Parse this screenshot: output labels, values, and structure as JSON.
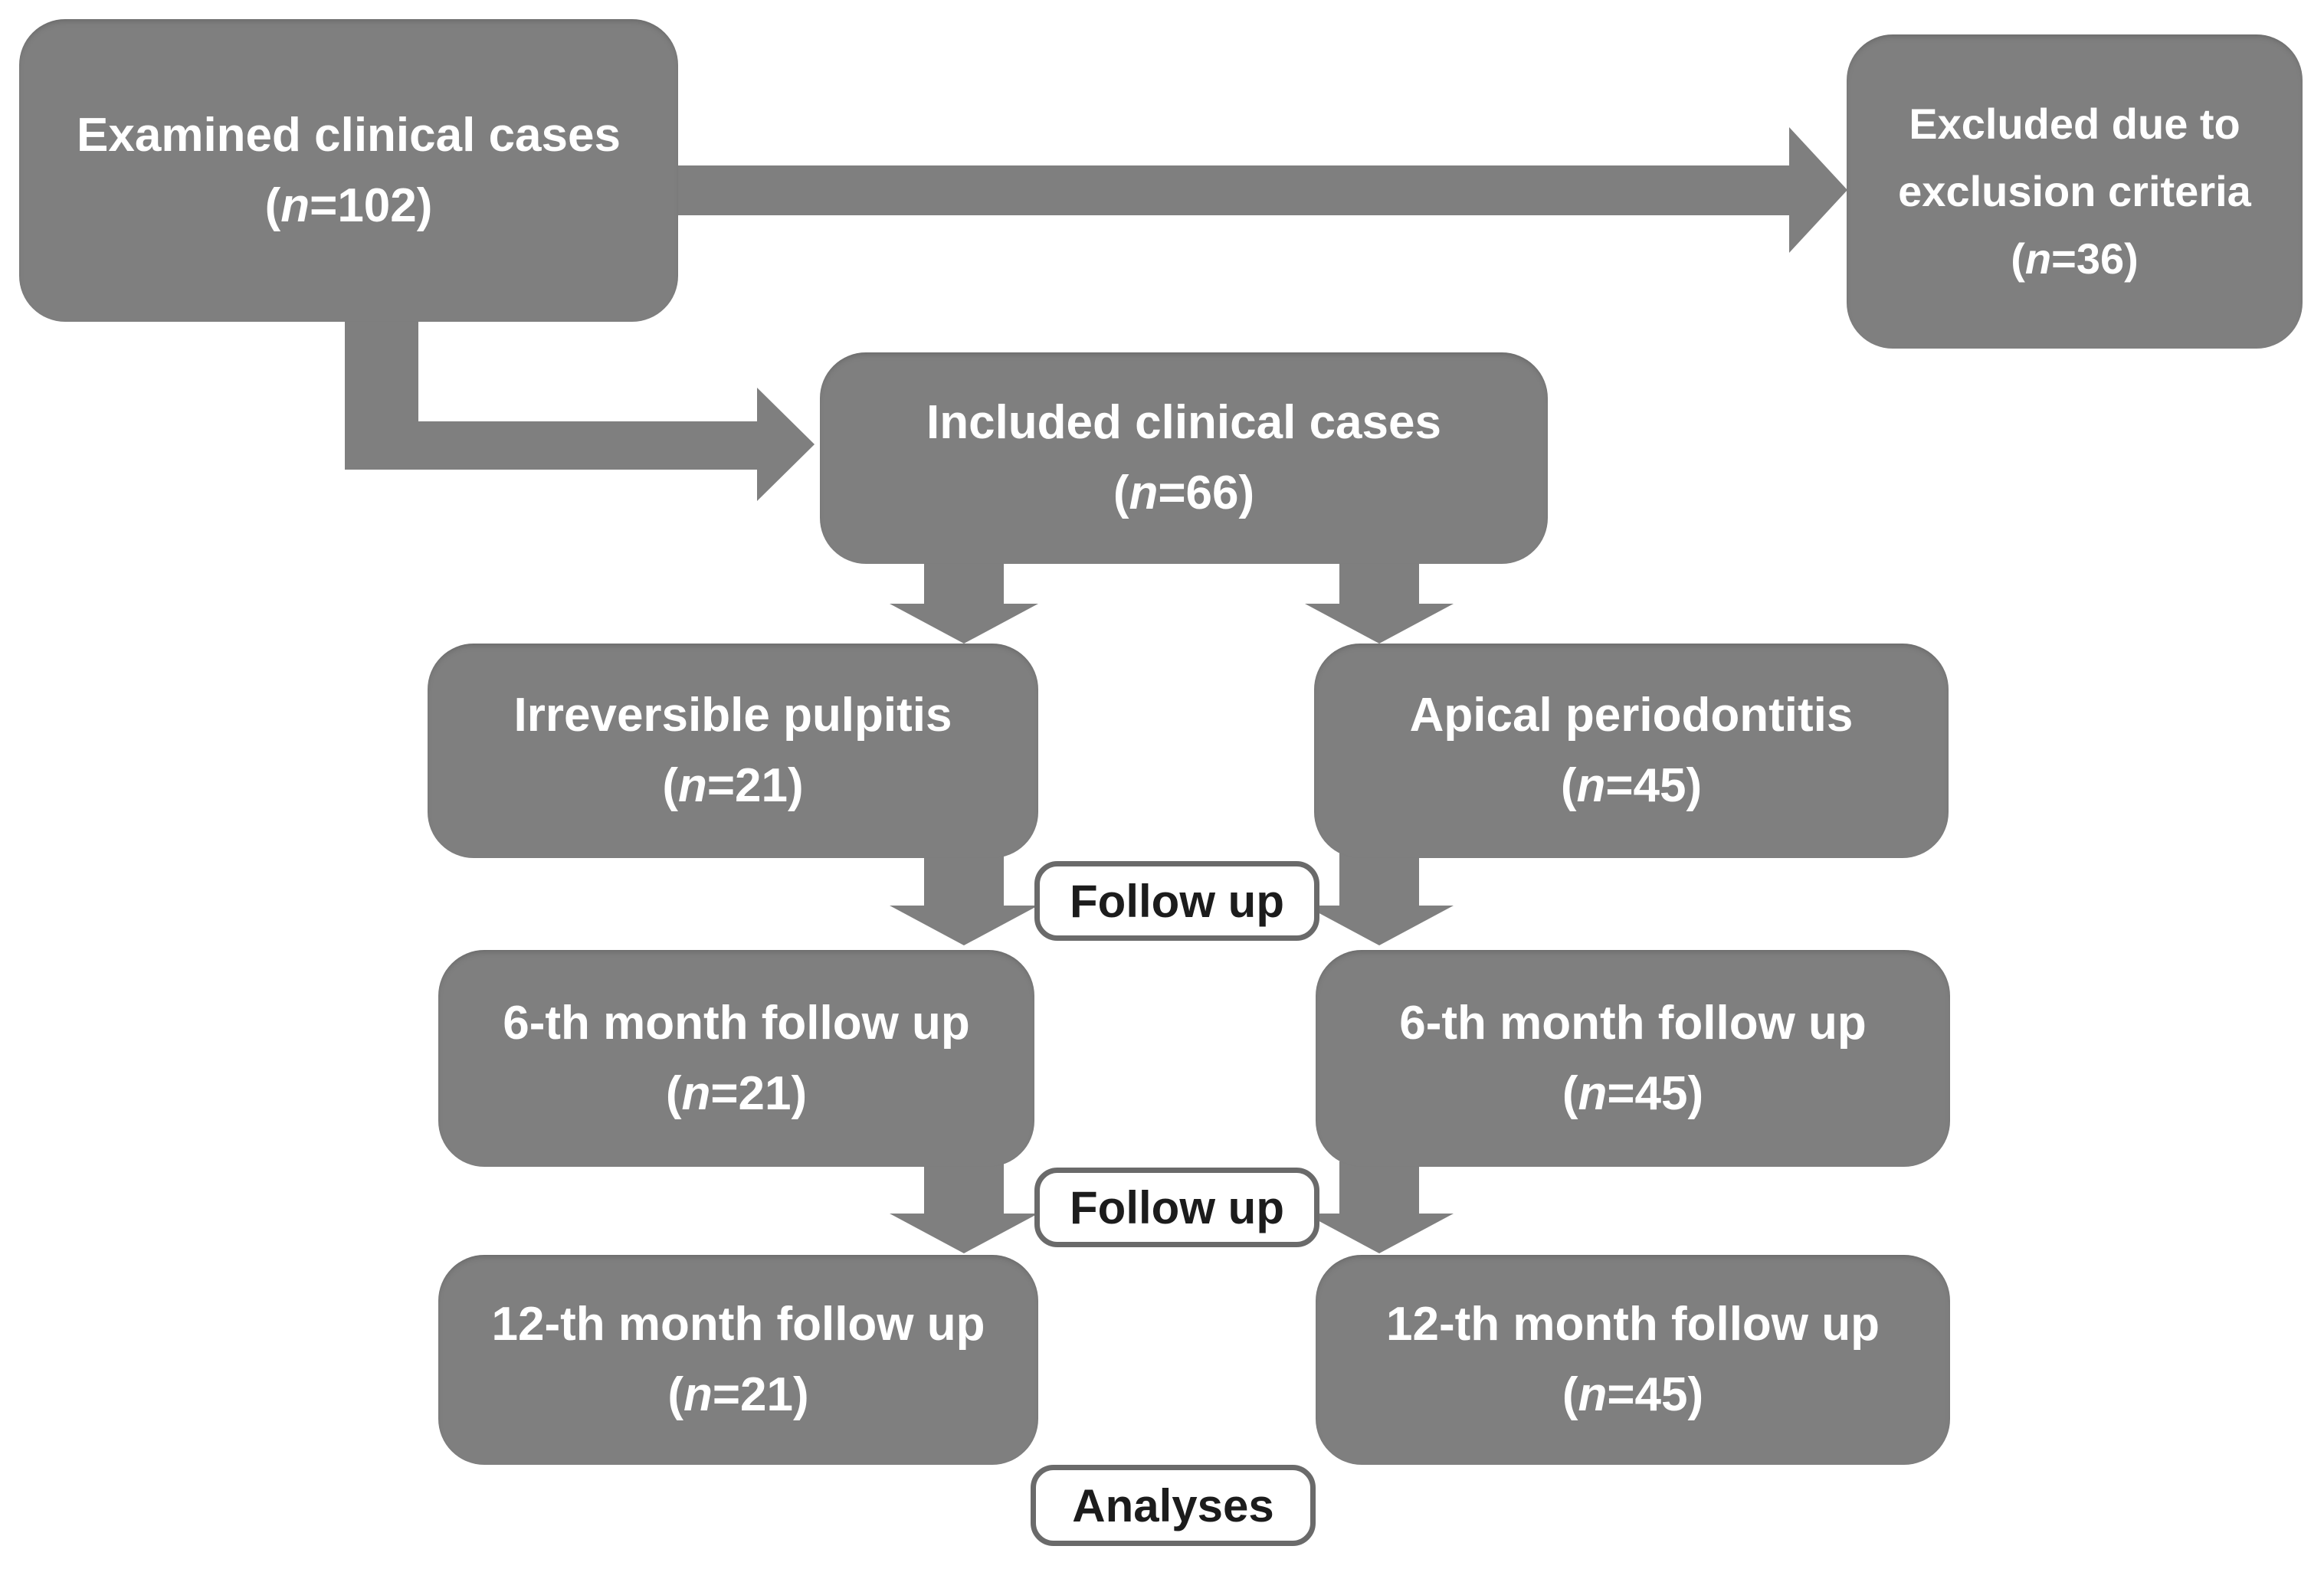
{
  "diagram": {
    "colors": {
      "box_fill": "#7f7f7f",
      "box_text": "#ffffff",
      "label_fill": "#ffffff",
      "label_border": "#6a6a6a",
      "label_text": "#1c1c1c",
      "background": "#ffffff"
    },
    "paren_open": "(",
    "n_symbol": "n",
    "boxes": {
      "examined": {
        "lines": [
          "Examined clinical cases"
        ],
        "count": "=102)"
      },
      "excluded": {
        "lines": [
          "Excluded due to",
          "exclusion criteria"
        ],
        "count": "=36)"
      },
      "included": {
        "lines": [
          "Included clinical cases"
        ],
        "count": "=66)"
      },
      "irreversible_pulpitis": {
        "lines": [
          "Irreversible pulpitis"
        ],
        "count": "=21)"
      },
      "apical_periodontitis": {
        "lines": [
          "Apical periodontitis"
        ],
        "count": "=45)"
      },
      "month6_pulpitis": {
        "lines": [
          "6-th month follow up"
        ],
        "count": "=21)"
      },
      "month6_periodontitis": {
        "lines": [
          "6-th month follow up"
        ],
        "count": "=45)"
      },
      "month12_pulpitis": {
        "lines": [
          "12-th month follow up"
        ],
        "count": "=21)"
      },
      "month12_periodontitis": {
        "lines": [
          "12-th month follow up"
        ],
        "count": "=45)"
      }
    },
    "stage_labels": {
      "follow_up_1": "Follow up",
      "follow_up_2": "Follow up",
      "analyses": "Analyses"
    }
  }
}
